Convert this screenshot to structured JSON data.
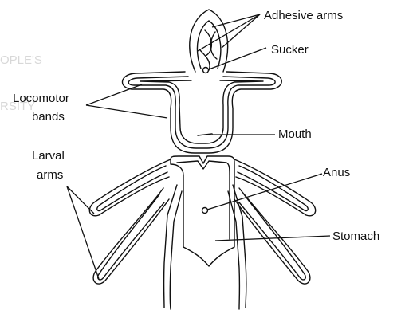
{
  "diagram": {
    "labels": {
      "adhesive_arms": "Adhesive arms",
      "sucker": "Sucker",
      "locomotor_bands_line1": "Locomotor",
      "locomotor_bands_line2": "bands",
      "mouth": "Mouth",
      "larval_arms_line1": "Larval",
      "larval_arms_line2": "arms",
      "anus": "Anus",
      "stomach": "Stomach"
    },
    "watermark": {
      "line1": "OPLE'S",
      "line2": "RSITY"
    },
    "colors": {
      "ink": "#111111",
      "watermark": "#d8d8d8",
      "background": "#ffffff"
    }
  }
}
